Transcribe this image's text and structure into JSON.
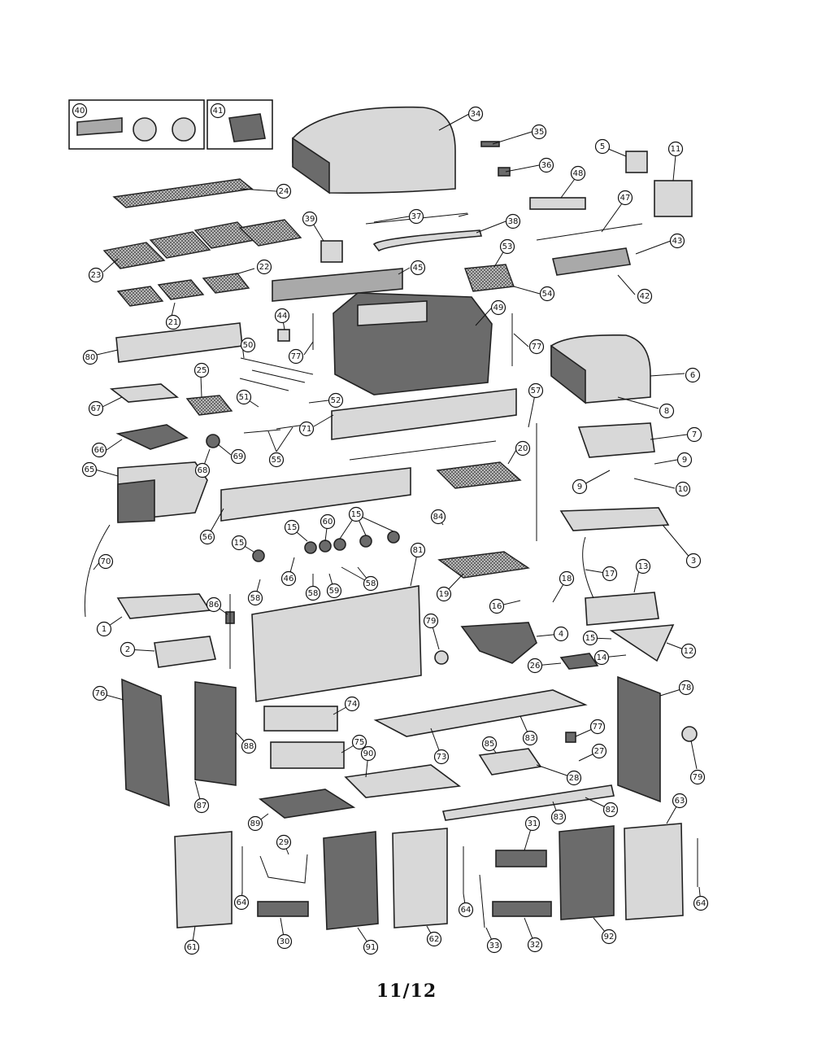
{
  "page_number": "11/12",
  "callouts": [
    {
      "id": "c40",
      "label": "40"
    },
    {
      "id": "c41",
      "label": "41"
    },
    {
      "id": "c34",
      "label": "34"
    },
    {
      "id": "c35",
      "label": "35"
    },
    {
      "id": "c5",
      "label": "5"
    },
    {
      "id": "c11",
      "label": "11"
    },
    {
      "id": "c36",
      "label": "36"
    },
    {
      "id": "c48",
      "label": "48"
    },
    {
      "id": "c24",
      "label": "24"
    },
    {
      "id": "c37",
      "label": "37"
    },
    {
      "id": "c39",
      "label": "39"
    },
    {
      "id": "c38",
      "label": "38"
    },
    {
      "id": "c47",
      "label": "47"
    },
    {
      "id": "c43",
      "label": "43"
    },
    {
      "id": "c53",
      "label": "53"
    },
    {
      "id": "c22",
      "label": "22"
    },
    {
      "id": "c45",
      "label": "45"
    },
    {
      "id": "c23",
      "label": "23"
    },
    {
      "id": "c54",
      "label": "54"
    },
    {
      "id": "c42",
      "label": "42"
    },
    {
      "id": "c21",
      "label": "21"
    },
    {
      "id": "c49",
      "label": "49"
    },
    {
      "id": "c44",
      "label": "44"
    },
    {
      "id": "c80",
      "label": "80"
    },
    {
      "id": "c50",
      "label": "50"
    },
    {
      "id": "c77a",
      "label": "77"
    },
    {
      "id": "c77b",
      "label": "77"
    },
    {
      "id": "c6",
      "label": "6"
    },
    {
      "id": "c25",
      "label": "25"
    },
    {
      "id": "c67",
      "label": "67"
    },
    {
      "id": "c51",
      "label": "51"
    },
    {
      "id": "c52",
      "label": "52"
    },
    {
      "id": "c8",
      "label": "8"
    },
    {
      "id": "c57",
      "label": "57"
    },
    {
      "id": "c71",
      "label": "71"
    },
    {
      "id": "c7",
      "label": "7"
    },
    {
      "id": "c66",
      "label": "66"
    },
    {
      "id": "c69",
      "label": "69"
    },
    {
      "id": "c20",
      "label": "20"
    },
    {
      "id": "c68",
      "label": "68"
    },
    {
      "id": "c55",
      "label": "55"
    },
    {
      "id": "c9a",
      "label": "9"
    },
    {
      "id": "c9b",
      "label": "9"
    },
    {
      "id": "c65",
      "label": "65"
    },
    {
      "id": "c10",
      "label": "10"
    },
    {
      "id": "c84",
      "label": "84"
    },
    {
      "id": "c56",
      "label": "56"
    },
    {
      "id": "c60",
      "label": "60"
    },
    {
      "id": "c15a",
      "label": "15"
    },
    {
      "id": "c15b",
      "label": "15"
    },
    {
      "id": "c15c",
      "label": "15"
    },
    {
      "id": "c3",
      "label": "3"
    },
    {
      "id": "c81",
      "label": "81"
    },
    {
      "id": "c70",
      "label": "70"
    },
    {
      "id": "c46",
      "label": "46"
    },
    {
      "id": "c17",
      "label": "17"
    },
    {
      "id": "c13",
      "label": "13"
    },
    {
      "id": "c58a",
      "label": "58"
    },
    {
      "id": "c58b",
      "label": "58"
    },
    {
      "id": "c58c",
      "label": "58"
    },
    {
      "id": "c59",
      "label": "59"
    },
    {
      "id": "c19",
      "label": "19"
    },
    {
      "id": "c18",
      "label": "18"
    },
    {
      "id": "c86",
      "label": "86"
    },
    {
      "id": "c16",
      "label": "16"
    },
    {
      "id": "c1",
      "label": "1"
    },
    {
      "id": "c79a",
      "label": "79"
    },
    {
      "id": "c4",
      "label": "4"
    },
    {
      "id": "c15d",
      "label": "15"
    },
    {
      "id": "c12",
      "label": "12"
    },
    {
      "id": "c14",
      "label": "14"
    },
    {
      "id": "c2",
      "label": "2"
    },
    {
      "id": "c26",
      "label": "26"
    },
    {
      "id": "c76",
      "label": "76"
    },
    {
      "id": "c78",
      "label": "78"
    },
    {
      "id": "c74",
      "label": "74"
    },
    {
      "id": "c88",
      "label": "88"
    },
    {
      "id": "c83a",
      "label": "83"
    },
    {
      "id": "c73",
      "label": "73"
    },
    {
      "id": "c77c",
      "label": "77"
    },
    {
      "id": "c75",
      "label": "75"
    },
    {
      "id": "c85",
      "label": "85"
    },
    {
      "id": "c27",
      "label": "27"
    },
    {
      "id": "c79b",
      "label": "79"
    },
    {
      "id": "c90",
      "label": "90"
    },
    {
      "id": "c28",
      "label": "28"
    },
    {
      "id": "c87",
      "label": "87"
    },
    {
      "id": "c82",
      "label": "82"
    },
    {
      "id": "c83b",
      "label": "83"
    },
    {
      "id": "c89",
      "label": "89"
    },
    {
      "id": "c63",
      "label": "63"
    },
    {
      "id": "c29",
      "label": "29"
    },
    {
      "id": "c31",
      "label": "31"
    },
    {
      "id": "c64a",
      "label": "64"
    },
    {
      "id": "c64b",
      "label": "64"
    },
    {
      "id": "c64c",
      "label": "64"
    },
    {
      "id": "c61",
      "label": "61"
    },
    {
      "id": "c30",
      "label": "30"
    },
    {
      "id": "c91",
      "label": "91"
    },
    {
      "id": "c62",
      "label": "62"
    },
    {
      "id": "c33",
      "label": "33"
    },
    {
      "id": "c32",
      "label": "32"
    },
    {
      "id": "c92",
      "label": "92"
    }
  ]
}
